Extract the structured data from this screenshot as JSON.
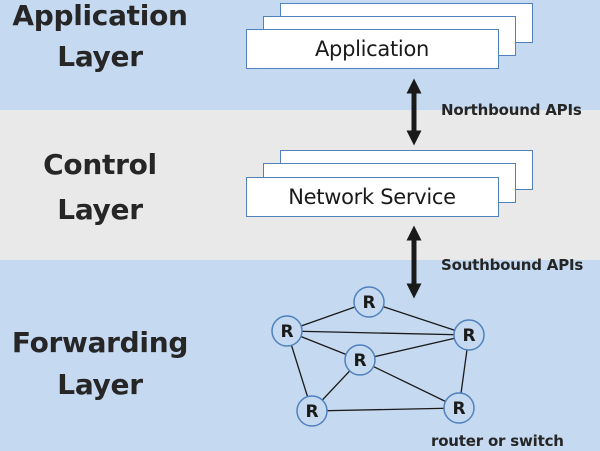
{
  "layers": {
    "application": {
      "title_line1": "Application",
      "title_line2": "Layer",
      "box_label": "Application"
    },
    "control": {
      "title_line1": "Control",
      "title_line2": "Layer",
      "box_label": "Network Service"
    },
    "forwarding": {
      "title_line1": "Forwarding",
      "title_line2": "Layer",
      "device_caption": "router or switch"
    }
  },
  "interfaces": {
    "northbound": "Northbound APIs",
    "southbound": "Southbound APIs"
  },
  "network": {
    "node_label": "R",
    "nodes": [
      "n1",
      "n2",
      "n3",
      "n4",
      "n5",
      "n6"
    ],
    "links": [
      [
        "n2",
        "n1"
      ],
      [
        "n2",
        "n3"
      ],
      [
        "n2",
        "n5"
      ],
      [
        "n2",
        "n4"
      ],
      [
        "n1",
        "n3"
      ],
      [
        "n4",
        "n3"
      ],
      [
        "n4",
        "n5"
      ],
      [
        "n4",
        "n6"
      ],
      [
        "n3",
        "n6"
      ],
      [
        "n5",
        "n6"
      ]
    ]
  },
  "colors": {
    "band_blue": "#c5d9f1",
    "band_gray": "#e9e9e9",
    "box_border": "#4f81bd",
    "node_fill": "#c5d9f1",
    "arrow": "#1a1a1a"
  }
}
